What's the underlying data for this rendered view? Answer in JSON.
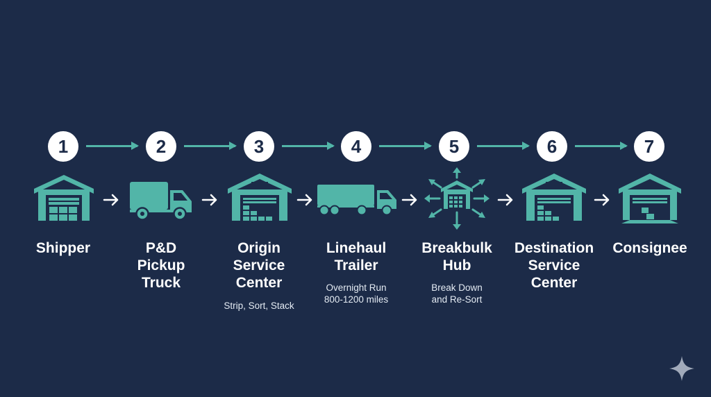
{
  "colors": {
    "background": "#1c2b48",
    "accent": "#52b5a8",
    "text": "#ffffff"
  },
  "steps": [
    {
      "number": "1",
      "label": "Shipper",
      "detail": "",
      "icon": "warehouse-icon"
    },
    {
      "number": "2",
      "label": "P&D\nPickup\nTruck",
      "detail": "",
      "icon": "pickup-truck-icon"
    },
    {
      "number": "3",
      "label": "Origin\nService\nCenter",
      "detail": "Strip, Sort, Stack",
      "icon": "service-center-icon"
    },
    {
      "number": "4",
      "label": "Linehaul\nTrailer",
      "detail": "Overnight Run\n800-1200 miles",
      "icon": "linehaul-trailer-icon"
    },
    {
      "number": "5",
      "label": "Breakbulk\nHub",
      "detail": "Break Down\nand Re-Sort",
      "icon": "breakbulk-hub-icon"
    },
    {
      "number": "6",
      "label": "Destination\nService\nCenter",
      "detail": "",
      "icon": "service-center-icon"
    },
    {
      "number": "7",
      "label": "Consignee",
      "detail": "",
      "icon": "consignee-warehouse-icon"
    }
  ],
  "watermark": "sparkle-icon"
}
